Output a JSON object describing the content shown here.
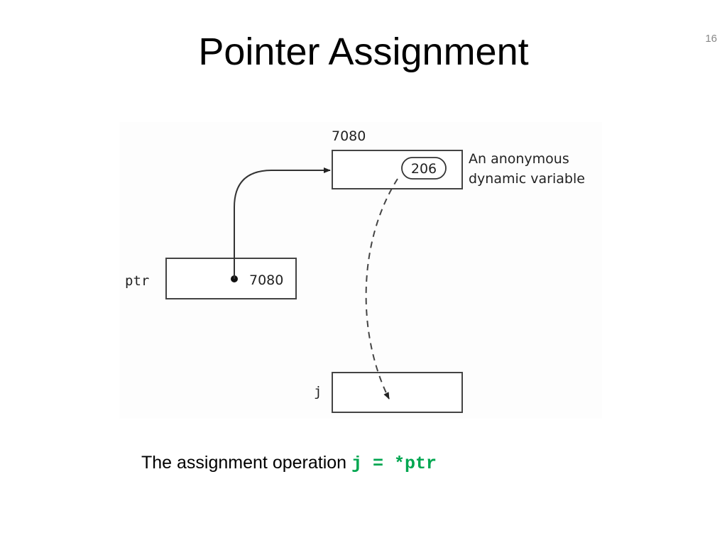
{
  "slide": {
    "title": "Pointer Assignment",
    "number": "16"
  },
  "diagram": {
    "address_label": "7080",
    "dynamic_value": "206",
    "annotation_line1": "An anonymous",
    "annotation_line2": "dynamic variable",
    "ptr_label": "ptr",
    "ptr_value": "7080",
    "j_label": "j"
  },
  "caption": {
    "text": "The assignment operation ",
    "code": "j = *ptr"
  },
  "colors": {
    "code_green": "#00a650"
  }
}
